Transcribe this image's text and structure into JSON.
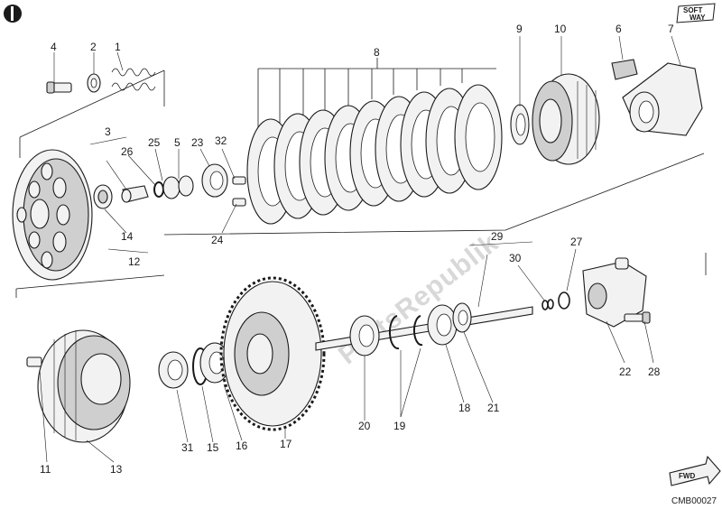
{
  "drawing_code": "CMB00027",
  "watermark": "PartsRepublik",
  "logo": {
    "line1": "SOFT",
    "line2": "WAY"
  },
  "fwd_label": "FWD",
  "callouts": [
    {
      "id": "c1",
      "text": "1"
    },
    {
      "id": "c2",
      "text": "2"
    },
    {
      "id": "c3",
      "text": "3"
    },
    {
      "id": "c4",
      "text": "4"
    },
    {
      "id": "c5",
      "text": "5"
    },
    {
      "id": "c6",
      "text": "6"
    },
    {
      "id": "c7",
      "text": "7"
    },
    {
      "id": "c8",
      "text": "8"
    },
    {
      "id": "c9",
      "text": "9"
    },
    {
      "id": "c10",
      "text": "10"
    },
    {
      "id": "c11",
      "text": "11"
    },
    {
      "id": "c12",
      "text": "12"
    },
    {
      "id": "c13",
      "text": "13"
    },
    {
      "id": "c14",
      "text": "14"
    },
    {
      "id": "c15",
      "text": "15"
    },
    {
      "id": "c16",
      "text": "16"
    },
    {
      "id": "c17",
      "text": "17"
    },
    {
      "id": "c18",
      "text": "18"
    },
    {
      "id": "c19",
      "text": "19"
    },
    {
      "id": "c20",
      "text": "20"
    },
    {
      "id": "c21",
      "text": "21"
    },
    {
      "id": "c22",
      "text": "22"
    },
    {
      "id": "c23",
      "text": "23"
    },
    {
      "id": "c24",
      "text": "24"
    },
    {
      "id": "c25",
      "text": "25"
    },
    {
      "id": "c26",
      "text": "26"
    },
    {
      "id": "c27",
      "text": "27"
    },
    {
      "id": "c28",
      "text": "28"
    },
    {
      "id": "c29",
      "text": "29"
    },
    {
      "id": "c30",
      "text": "30"
    },
    {
      "id": "c31",
      "text": "31"
    },
    {
      "id": "c32",
      "text": "32"
    }
  ]
}
